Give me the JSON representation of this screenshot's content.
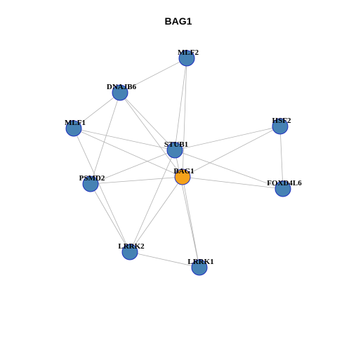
{
  "title": "BAG1",
  "colors": {
    "node_default": "#4682b4",
    "node_highlight": "#f5a21b",
    "edge": "#b3b3b3",
    "node_border": "#1f2fbf"
  },
  "nodes": [
    {
      "id": "MLF2",
      "label": "MLF2",
      "highlight": false
    },
    {
      "id": "DNAJB6",
      "label": "DNAJB6",
      "highlight": false
    },
    {
      "id": "MLF1",
      "label": "MLF1",
      "highlight": false
    },
    {
      "id": "HSF2",
      "label": "HSF2",
      "highlight": false
    },
    {
      "id": "STUB1",
      "label": "STUB1",
      "highlight": false
    },
    {
      "id": "BAG1",
      "label": "BAG1",
      "highlight": true
    },
    {
      "id": "PSMD2",
      "label": "PSMD2",
      "highlight": false
    },
    {
      "id": "FOXD4L6",
      "label": "FOXD4L6",
      "highlight": false
    },
    {
      "id": "LRRK2",
      "label": "LRRK2",
      "highlight": false
    },
    {
      "id": "LRRK1",
      "label": "LRRK1",
      "highlight": false
    }
  ],
  "edges": [
    [
      "MLF2",
      "DNAJB6"
    ],
    [
      "MLF2",
      "STUB1"
    ],
    [
      "MLF2",
      "BAG1"
    ],
    [
      "DNAJB6",
      "MLF1"
    ],
    [
      "DNAJB6",
      "PSMD2"
    ],
    [
      "DNAJB6",
      "STUB1"
    ],
    [
      "DNAJB6",
      "BAG1"
    ],
    [
      "MLF1",
      "STUB1"
    ],
    [
      "MLF1",
      "BAG1"
    ],
    [
      "MLF1",
      "LRRK2"
    ],
    [
      "HSF2",
      "STUB1"
    ],
    [
      "HSF2",
      "BAG1"
    ],
    [
      "HSF2",
      "FOXD4L6"
    ],
    [
      "STUB1",
      "PSMD2"
    ],
    [
      "STUB1",
      "FOXD4L6"
    ],
    [
      "STUB1",
      "LRRK2"
    ],
    [
      "STUB1",
      "LRRK1"
    ],
    [
      "BAG1",
      "PSMD2"
    ],
    [
      "BAG1",
      "FOXD4L6"
    ],
    [
      "BAG1",
      "LRRK2"
    ],
    [
      "BAG1",
      "LRRK1"
    ],
    [
      "PSMD2",
      "LRRK2"
    ],
    [
      "LRRK2",
      "LRRK1"
    ]
  ]
}
